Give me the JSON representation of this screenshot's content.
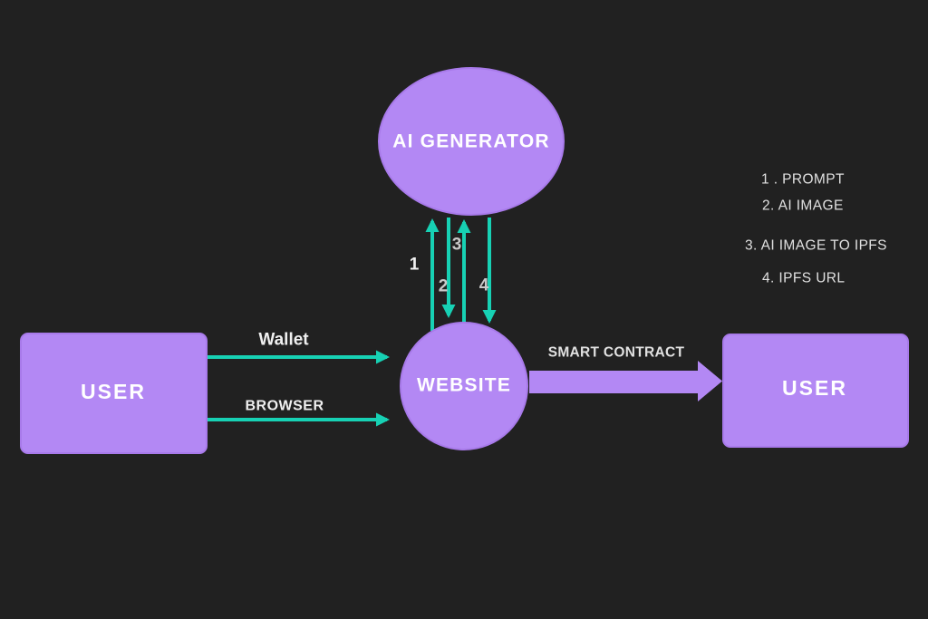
{
  "colors": {
    "background": "#212121",
    "shape_fill": "#b388f4",
    "shape_stroke": "#a87aea",
    "arrow_teal": "#17d1b4",
    "label_white": "#ffffff",
    "label_gray": "#e0e0e0"
  },
  "nodes": {
    "ai_generator": {
      "label": "AI GENERATOR",
      "shape": "ellipse"
    },
    "website": {
      "label": "WEBSITE",
      "shape": "circle"
    },
    "user_left": {
      "label": "USER",
      "shape": "rectangle"
    },
    "user_right": {
      "label": "USER",
      "shape": "rectangle"
    }
  },
  "edges": {
    "wallet": {
      "label": "Wallet",
      "direction": "right"
    },
    "browser": {
      "label": "BROWSER",
      "direction": "right"
    },
    "smart_contract": {
      "label": "SMART CONTRACT",
      "direction": "right"
    },
    "step1": {
      "label": "1",
      "direction": "up"
    },
    "step2": {
      "label": "2",
      "direction": "down"
    },
    "step3": {
      "label": "3",
      "direction": "up"
    },
    "step4": {
      "label": "4",
      "direction": "down"
    }
  },
  "legend": {
    "items": [
      {
        "text": "1 . PROMPT"
      },
      {
        "text": "2. AI IMAGE"
      },
      {
        "text": "3. AI IMAGE TO IPFS"
      },
      {
        "text": "4. IPFS URL"
      }
    ]
  }
}
